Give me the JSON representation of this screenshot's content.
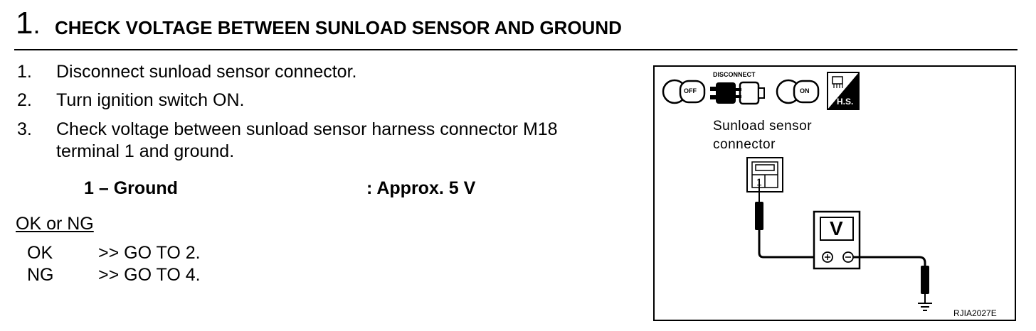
{
  "step": {
    "number": "1",
    "title": "CHECK VOLTAGE BETWEEN SUNLOAD SENSOR AND GROUND"
  },
  "instructions": [
    {
      "num": "1.",
      "text": "Disconnect sunload sensor connector."
    },
    {
      "num": "2.",
      "text": "Turn ignition switch ON."
    },
    {
      "num": "3.",
      "text": "Check voltage between sunload sensor harness connector M18",
      "text2": "terminal 1 and ground."
    }
  ],
  "spec": {
    "label": "1 – Ground",
    "value": ": Approx. 5 V"
  },
  "ok_ng_label": "OK or NG",
  "results": [
    {
      "label": "OK",
      "action": ">> GO TO 2."
    },
    {
      "label": "NG",
      "action": ">> GO TO 4."
    }
  ],
  "figure": {
    "icon_off_label": "OFF",
    "icon_disconnect_label": "DISCONNECT",
    "icon_on_label": "ON",
    "icon_hs_label": "H.S.",
    "connector_label_line1": "Sunload sensor",
    "connector_label_line2": "connector",
    "terminal_label": "1",
    "meter_label": "V",
    "figure_code": "RJIA2027E"
  }
}
